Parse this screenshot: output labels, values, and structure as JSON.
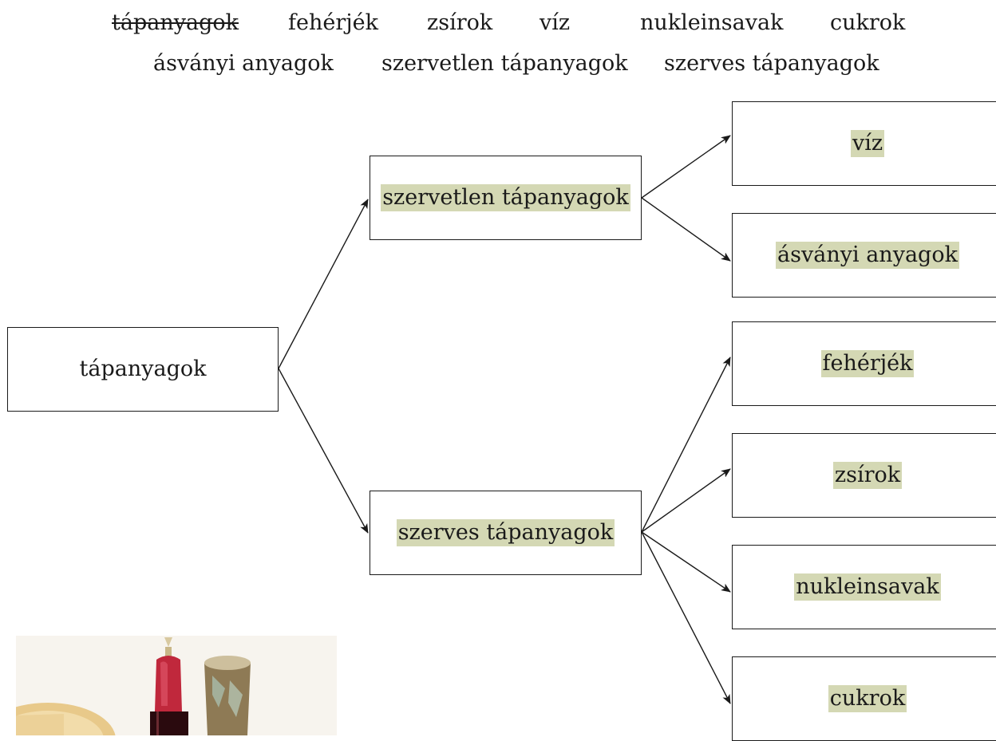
{
  "word_bank": {
    "row1": [
      "tápanyagok",
      "fehérjék",
      "zsírok",
      "víz",
      "nukleinsavak",
      "cukrok"
    ],
    "row2": [
      "ásványi anyagok",
      "szervetlen tápanyagok",
      "szerves tápanyagok"
    ],
    "used_words": [
      "tápanyagok"
    ]
  },
  "diagram": {
    "root": "tápanyagok",
    "inorganic": "szervetlen tápanyagok",
    "organic": "szerves tápanyagok",
    "inorganic_children": [
      "víz",
      "ásványi anyagok"
    ],
    "organic_children": [
      "fehérjék",
      "zsírok",
      "nukleinsavak",
      "cukrok"
    ]
  },
  "colors": {
    "answer_highlight": "#d4d8b4",
    "ink": "#1a1a1a"
  },
  "image": {
    "icon": "drinks-bottle-glass-picture"
  }
}
